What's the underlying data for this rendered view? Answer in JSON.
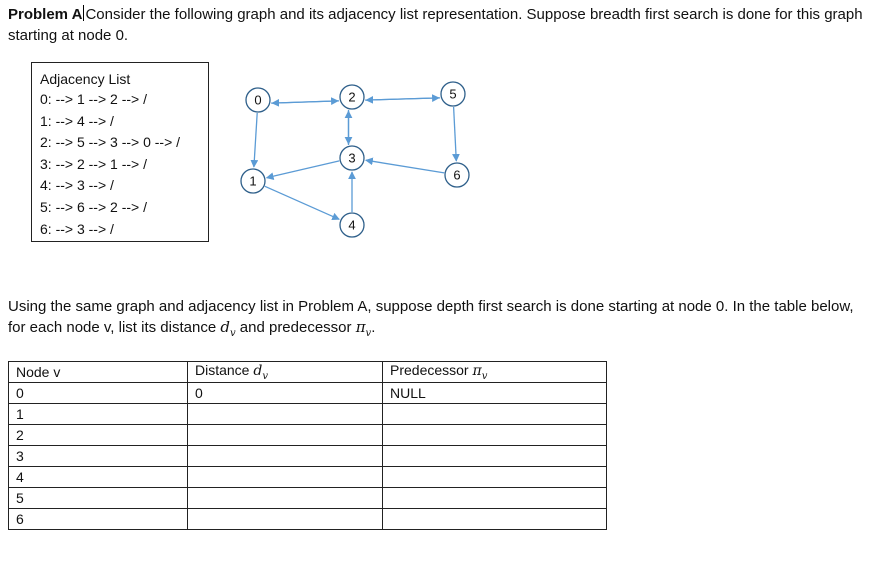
{
  "problem_a": {
    "label": "Problem A",
    "text": "Consider the following graph and its adjacency list representation.  Suppose breadth first search is done for this graph starting at node 0."
  },
  "adjacency_list": {
    "title": "Adjacency List",
    "lines": [
      "0: --> 1 --> 2 --> /",
      "1: --> 4 --> /",
      "2: --> 5 --> 3 --> 0 --> /",
      "3: --> 2 --> 1 --> /",
      "4: --> 3 --> /",
      "5: --> 6 --> 2 --> /",
      "6: --> 3 --> /"
    ]
  },
  "graph": {
    "node_labels": [
      "0",
      "1",
      "2",
      "3",
      "4",
      "5",
      "6"
    ],
    "edges": [
      [
        0,
        1
      ],
      [
        0,
        2
      ],
      [
        1,
        4
      ],
      [
        2,
        5
      ],
      [
        2,
        3
      ],
      [
        2,
        0
      ],
      [
        3,
        2
      ],
      [
        3,
        1
      ],
      [
        4,
        3
      ],
      [
        5,
        6
      ],
      [
        5,
        2
      ],
      [
        6,
        3
      ]
    ],
    "edge_color": "#5b9bd5",
    "node_border_color": "#2e5f8a"
  },
  "question": {
    "text_before": "Using the same graph and adjacency list in Problem A, suppose depth first search is done starting at node 0.  In the table below, for each node v, list its distance ",
    "distance_symbol": "d",
    "subscript": "v",
    "text_middle": " and predecessor ",
    "predecessor_symbol": "π",
    "text_end": "."
  },
  "table": {
    "headers": {
      "node": "Node v",
      "distance_prefix": "Distance ",
      "distance_symbol": "d",
      "predecessor_prefix": "Predecessor ",
      "predecessor_symbol": "π",
      "subscript": "v"
    },
    "rows": [
      {
        "node": "0",
        "distance": "0",
        "predecessor": "NULL"
      },
      {
        "node": "1",
        "distance": "",
        "predecessor": ""
      },
      {
        "node": "2",
        "distance": "",
        "predecessor": ""
      },
      {
        "node": "3",
        "distance": "",
        "predecessor": ""
      },
      {
        "node": "4",
        "distance": "",
        "predecessor": ""
      },
      {
        "node": "5",
        "distance": "",
        "predecessor": ""
      },
      {
        "node": "6",
        "distance": "",
        "predecessor": ""
      }
    ]
  }
}
